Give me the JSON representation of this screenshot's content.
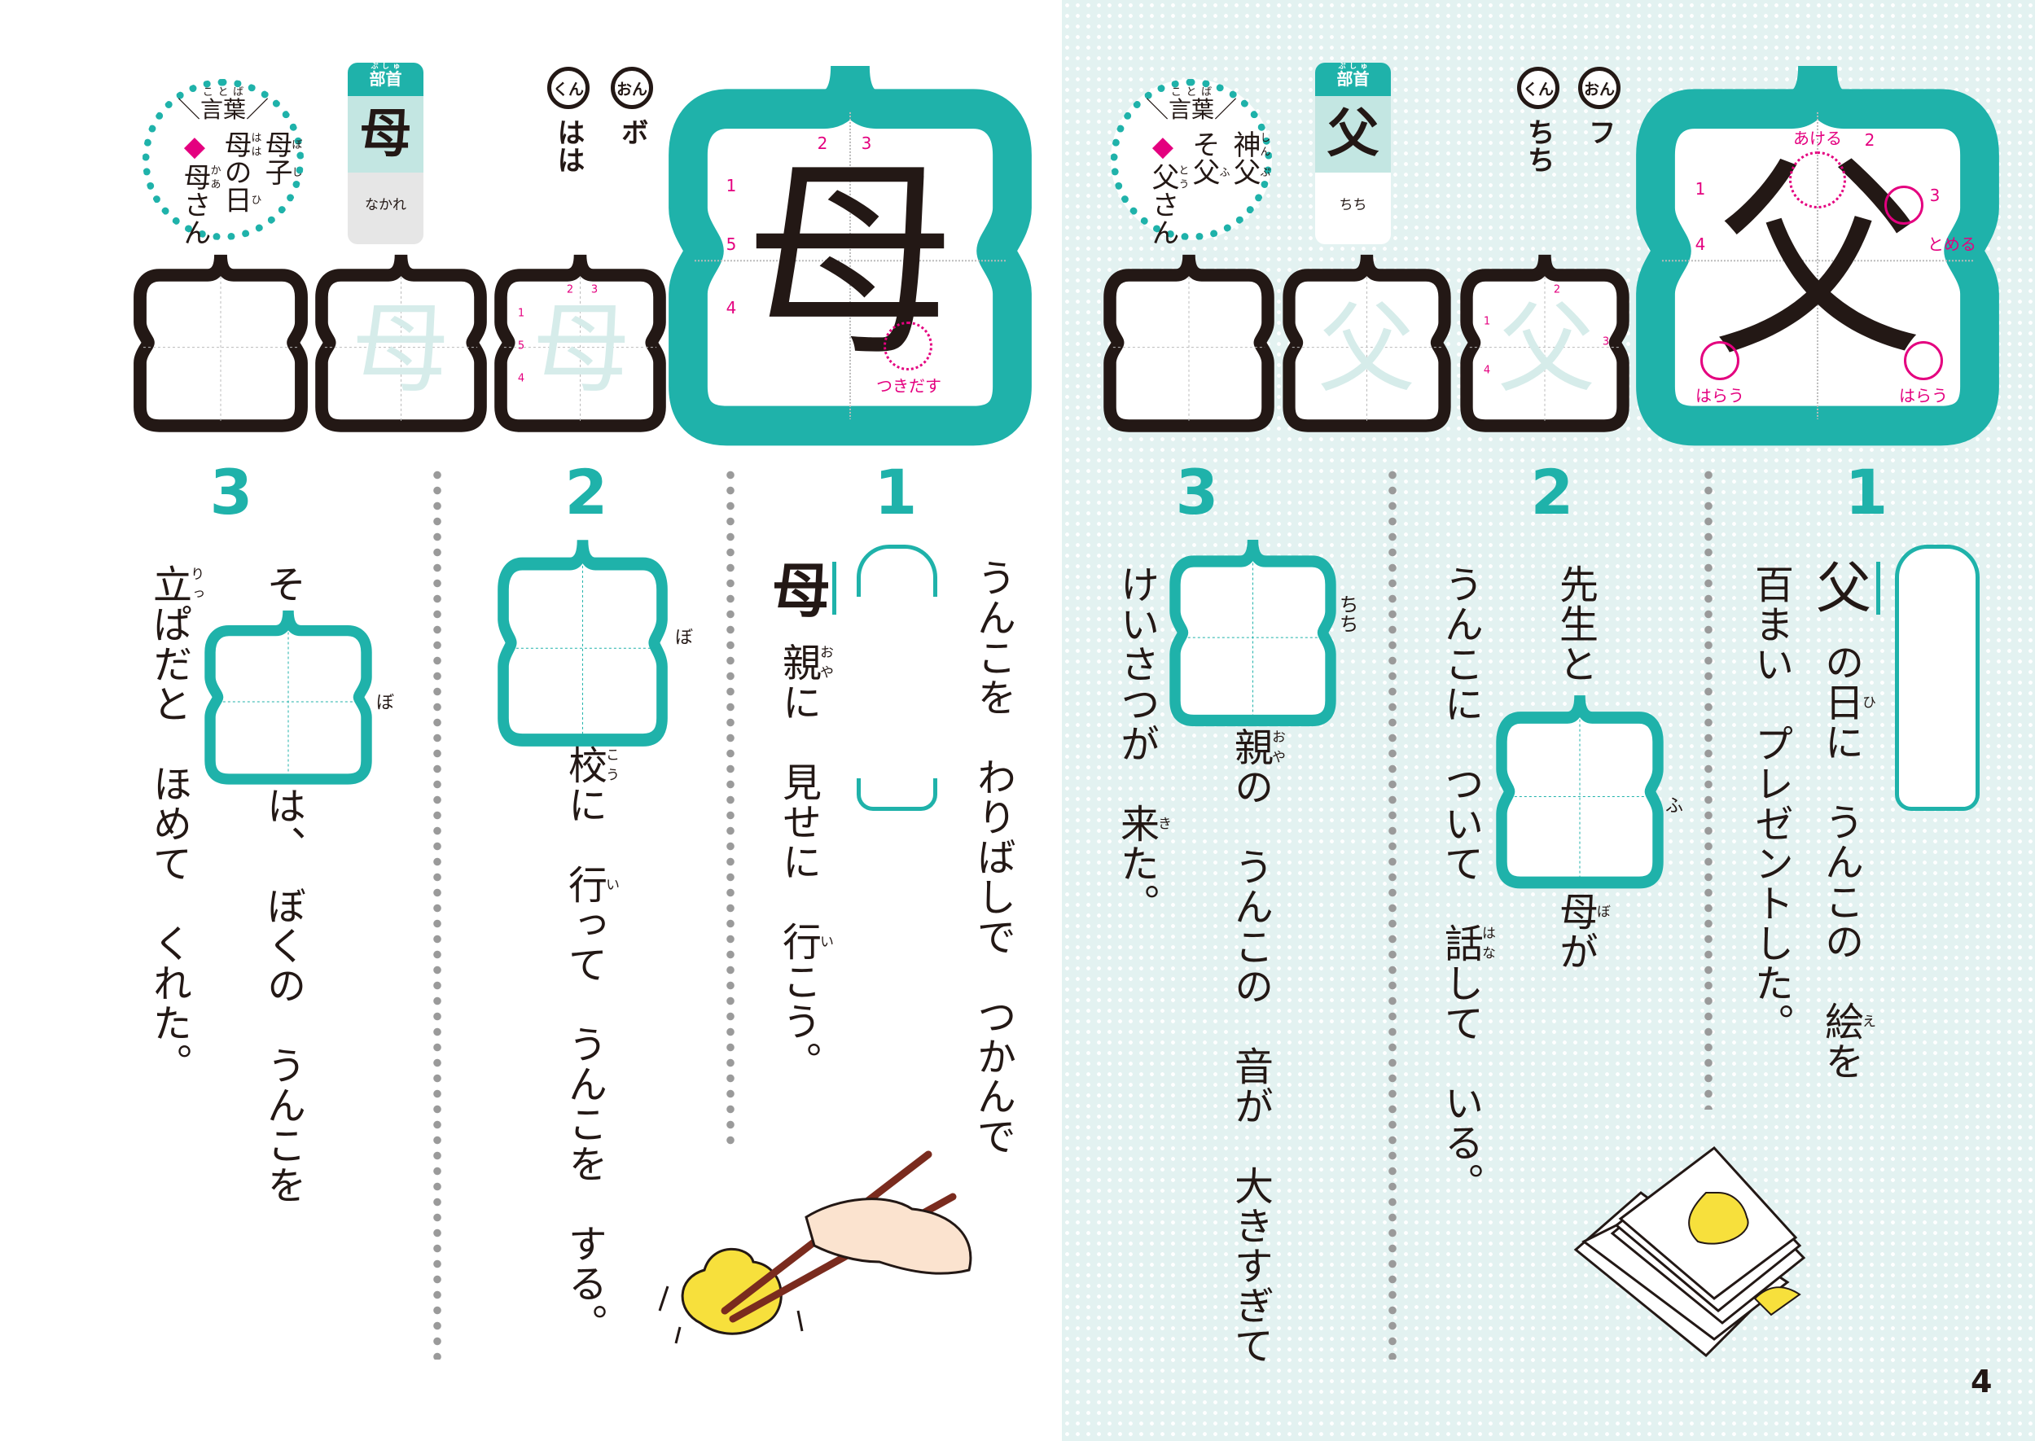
{
  "colors": {
    "accent": "#1fb2aa",
    "pink": "#e4007f",
    "panel": "#c3e6e2"
  },
  "left": {
    "kanji": "母",
    "kotoba": {
      "title": "＼言葉／",
      "title_ruby": "ことば",
      "title_text": "言葉",
      "words": [
        [
          {
            "t": "母",
            "r": "ぼ"
          },
          {
            "t": "子",
            "r": "し"
          }
        ],
        [
          {
            "t": "母",
            "r": "はは"
          },
          {
            "t": "の"
          },
          {
            "t": "日",
            "r": "ひ"
          }
        ],
        [
          {
            "t": "◆"
          },
          {
            "t": "母",
            "r": "かあ"
          },
          {
            "t": "さん"
          }
        ]
      ]
    },
    "bushu": {
      "label": "部首",
      "label_ruby": "ぶしゅ",
      "glyph": "母",
      "name": "なかれ"
    },
    "kun_label": "くん",
    "on_label": "おん",
    "kun": "はは",
    "on": "ボ",
    "stroke_numbers": [
      "1",
      "2",
      "3",
      "4",
      "5"
    ],
    "note": "つきだす",
    "sections": [
      {
        "number": "1",
        "col1": [
          {
            "t": "うんこを　わりばしで　つかんで"
          }
        ],
        "head": "母",
        "col2": [
          {
            "t": "親",
            "r": "おや"
          },
          {
            "t": "に　見せに　"
          },
          {
            "t": "行",
            "r": "い"
          },
          {
            "t": "こう。"
          }
        ]
      },
      {
        "number": "2",
        "box_ruby": "ぼ",
        "col1": [
          {
            "t": "校",
            "r": "こう"
          },
          {
            "t": "に　"
          },
          {
            "t": "行",
            "r": "い"
          },
          {
            "t": "って　うんこを　する。"
          }
        ]
      },
      {
        "number": "3",
        "pre": "そ",
        "box_ruby": "ぼ",
        "col1": [
          {
            "t": "は、　ぼくの　うんこを"
          }
        ],
        "col2": [
          {
            "t": "立",
            "r": "りっ"
          },
          {
            "t": "ぱだと　ほめて　くれた。"
          }
        ]
      }
    ]
  },
  "right": {
    "kanji": "父",
    "kotoba": {
      "title_ruby": "ことば",
      "title_text": "言葉",
      "words": [
        [
          {
            "t": "神",
            "r": "しん"
          },
          {
            "t": "父",
            "r": "ぷ"
          }
        ],
        [
          {
            "t": "そ"
          },
          {
            "t": "父",
            "r": "ふ"
          }
        ],
        [
          {
            "t": "◆"
          },
          {
            "t": "父",
            "r": "とう"
          },
          {
            "t": "さん"
          }
        ]
      ]
    },
    "bushu": {
      "label": "部首",
      "label_ruby": "ぶしゅ",
      "glyph": "父",
      "name": "ちち"
    },
    "kun_label": "くん",
    "on_label": "おん",
    "kun": "ちち",
    "on": "フ",
    "stroke_numbers": [
      "1",
      "2",
      "3",
      "4"
    ],
    "notes": {
      "open": "あける",
      "stop": "とめる",
      "sweep": "はらう"
    },
    "sections": [
      {
        "number": "1",
        "head": "父",
        "col1": [
          {
            "t": "の"
          },
          {
            "t": "日",
            "r": "ひ"
          },
          {
            "t": "に　うんこの　"
          },
          {
            "t": "絵",
            "r": "え"
          },
          {
            "t": "を"
          }
        ],
        "col2": [
          {
            "t": "百まい　プレゼントした。"
          }
        ]
      },
      {
        "number": "2",
        "pre": "先生と",
        "box_ruby": "ふ",
        "post": [
          {
            "t": "母",
            "r": "ぼ"
          },
          {
            "t": "が"
          }
        ],
        "col2": [
          {
            "t": "うんこに　ついて　"
          },
          {
            "t": "話",
            "r": "はな"
          },
          {
            "t": "して　いる。"
          }
        ]
      },
      {
        "number": "3",
        "box_ruby": "ちち",
        "col1": [
          {
            "t": "親",
            "r": "おや"
          },
          {
            "t": "の　うんこの　音が　大きすぎて"
          }
        ],
        "col2": [
          {
            "t": "けいさつが　"
          },
          {
            "t": "来",
            "r": "き"
          },
          {
            "t": "た。"
          }
        ]
      }
    ]
  },
  "page_number": "4"
}
